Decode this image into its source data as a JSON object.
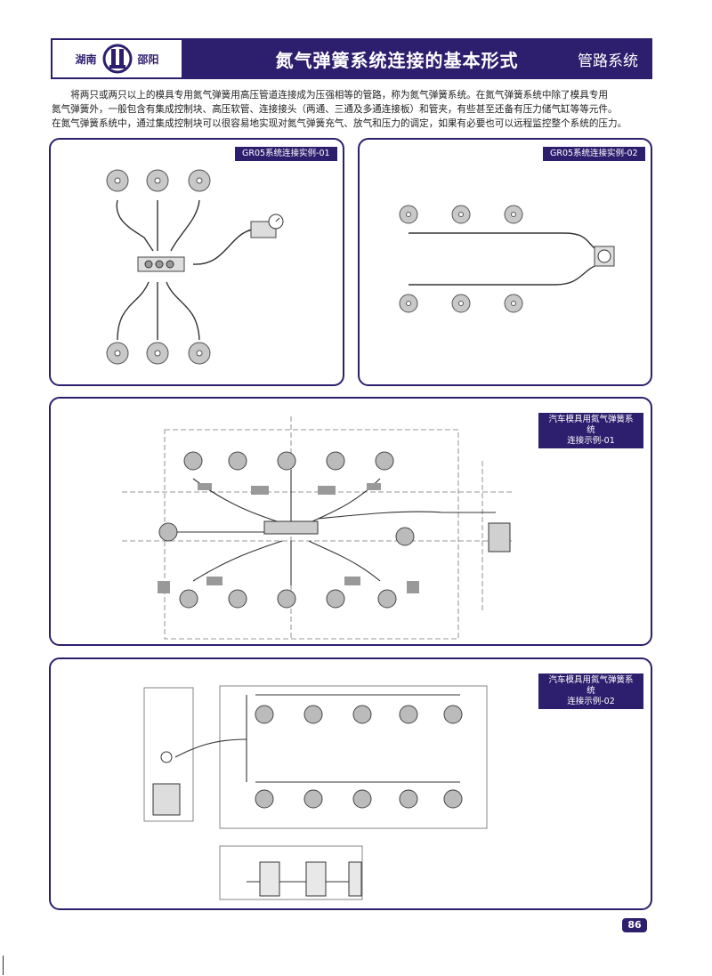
{
  "header": {
    "logo_left": "湖南",
    "logo_right": "邵阳",
    "title": "氮气弹簧系统连接的基本形式",
    "section": "管路系统"
  },
  "intro": {
    "line1": "将两只或两只以上的模具专用氮气弹簧用高压管道连接成为压强相等的管路，称为氮气弹簧系统。在氮气弹簧系统中除了模具专用",
    "line2": "氮气弹簧外，一般包含有集成控制块、高压软管、连接接头（两通、三通及多通连接板）和管夹，有些甚至还备有压力储气缸等等元件。",
    "line3": "在氮气弹簧系统中，通过集成控制块可以很容易地实现对氮气弹簧充气、放气和压力的调定，如果有必要也可以远程监控整个系统的压力。"
  },
  "panels": {
    "p1_tag": "GR05系统连接实例-01",
    "p2_tag": "GR05系统连接实例-02",
    "p3_tag_line1": "汽车模具用氮气弹簧系统",
    "p3_tag_line2": "连接示例-01",
    "p4_tag_line1": "汽车模具用氮气弹簧系统",
    "p4_tag_line2": "连接示例-02"
  },
  "page_number": "86",
  "colors": {
    "brand": "#2e1f6e",
    "spring": "#c8c8c8",
    "hose": "#333333"
  }
}
